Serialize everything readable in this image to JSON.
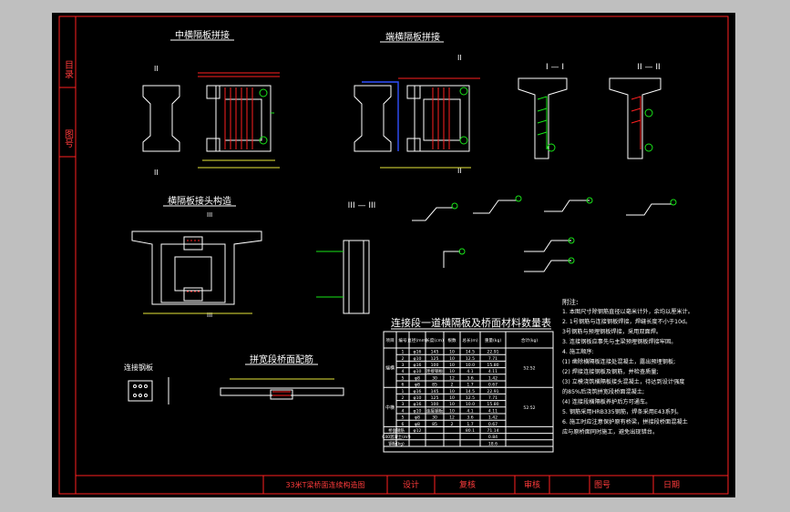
{
  "frame": {
    "side_labels": [
      "目录",
      "图号"
    ],
    "title_block": {
      "drawing_title": "33米T梁桥面连续构造图",
      "design_label": "设计",
      "review_label": "复核",
      "audit_label": "审核",
      "drawing_no_label": "图号",
      "date_label": "日期"
    }
  },
  "views": {
    "mid_diaphragm": {
      "title": "中横隔板拼接",
      "sections": [
        "II",
        "II"
      ]
    },
    "end_diaphragm": {
      "title": "端横隔板拼接",
      "sections": [
        "II",
        "II"
      ]
    },
    "section_1": {
      "title": "I — I"
    },
    "section_2": {
      "title": "II — II"
    },
    "joint_detail": {
      "title": "横隔板接头构造",
      "sections": [
        "III",
        "III"
      ]
    },
    "section_3": {
      "title": "III — III"
    },
    "deck_rebar": {
      "title": "拼宽段桥面配筋"
    },
    "connector": {
      "title": "连接钢板"
    }
  },
  "table": {
    "title": "连接段一道横隔板及桥面材料数量表",
    "headers": [
      "项目",
      "编号",
      "直径(mm)",
      "长度(cm)",
      "根数",
      "总长(m)",
      "重量(kg)",
      "合计(kg)"
    ],
    "groups": [
      {
        "name": "端横",
        "total": "52.52",
        "rows": [
          [
            "1",
            "φ16",
            "145",
            "10",
            "14.5",
            "22.91"
          ],
          [
            "2",
            "φ10",
            "125",
            "10",
            "12.5",
            "7.71"
          ],
          [
            "3",
            "φ16",
            "100",
            "10",
            "10.0",
            "15.80"
          ],
          [
            "4",
            "φ10",
            "连接钢板",
            "10",
            "4.1",
            "4.11"
          ],
          [
            "5",
            "φ8",
            "30",
            "12",
            "3.6",
            "1.42"
          ],
          [
            "6",
            "φ8",
            "85",
            "2",
            "1.7",
            "0.67"
          ]
        ]
      },
      {
        "name": "中横",
        "total": "52.52",
        "rows": [
          [
            "1",
            "φ16",
            "145",
            "10",
            "14.5",
            "22.91"
          ],
          [
            "2",
            "φ10",
            "125",
            "10",
            "12.5",
            "7.71"
          ],
          [
            "3",
            "φ16",
            "100",
            "10",
            "10.0",
            "15.80"
          ],
          [
            "4",
            "φ10",
            "连接钢板",
            "10",
            "4.1",
            "4.11"
          ],
          [
            "5",
            "φ8",
            "30",
            "12",
            "3.6",
            "1.42"
          ],
          [
            "6",
            "φ8",
            "85",
            "2",
            "1.7",
            "0.67"
          ]
        ]
      }
    ],
    "footer_rows": [
      [
        "桥面钢筋",
        "φ12",
        "",
        "",
        "80.1",
        "71.14"
      ],
      [
        "C40混凝土(m³)",
        "",
        "",
        "",
        "",
        "0.84"
      ],
      [
        "钢板(kg)",
        "",
        "",
        "",
        "",
        "18.6"
      ]
    ]
  },
  "notes": {
    "heading": "附注:",
    "lines": [
      "1. 本图尺寸除钢筋直径以毫米计外，余均以厘米计。",
      "2. 1号钢筋与连接钢板焊接，焊缝长度不小于10d。",
      "   3号钢筋与预埋钢板焊接，采用双面焊。",
      "3. 连接钢板应事先与主梁预埋钢板焊接牢固。",
      "4. 施工顺序:",
      "   (1) 凿除横隔板连接处混凝土，露出预埋钢板;",
      "   (2) 焊接连接钢板及钢筋，并检查质量;",
      "   (3) 立模浇筑横隔板接头混凝土，待达到设计强度",
      "       的85%后浇筑拼宽段桥面混凝土;",
      "   (4) 连接段横隔板养护后方可通车。",
      "5. 钢筋采用HRB335钢筋，焊条采用E43系列。",
      "6. 施工时应注意保护原有桥梁，拼接段桥面混凝土",
      "   应与原桥面同时施工，避免出现错台。"
    ]
  }
}
